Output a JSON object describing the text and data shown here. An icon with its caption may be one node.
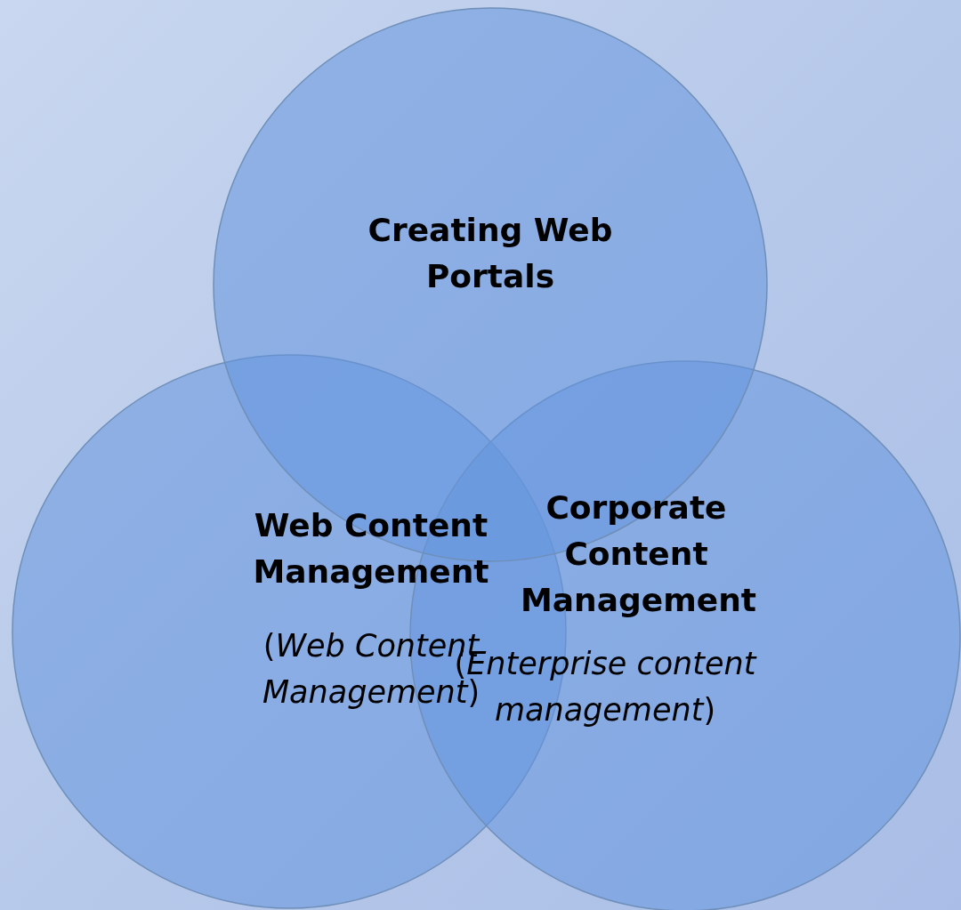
{
  "diagram": {
    "nodes": [
      {
        "text": [
          "Creating Web Portals"
        ]
      },
      {
        "text": [
          "Web Content Management",
          "(*Web Content Management*)"
        ]
      },
      {
        "text": [
          "Corporate Content Management",
          "(*Enterprise content management*)"
        ]
      }
    ]
  }
}
